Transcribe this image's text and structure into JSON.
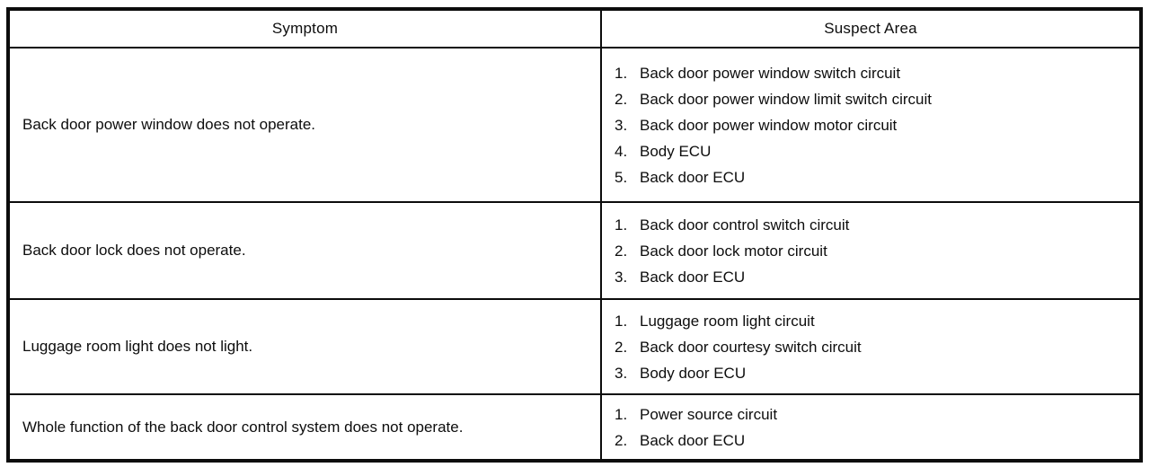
{
  "table": {
    "columns": [
      "Symptom",
      "Suspect Area"
    ],
    "rows": [
      {
        "symptom": "Back door power window does not operate.",
        "suspects": [
          {
            "num": "1.",
            "text": "Back door power window switch circuit"
          },
          {
            "num": "2.",
            "text": "Back door power window limit switch circuit"
          },
          {
            "num": "3.",
            "text": "Back door power window motor circuit"
          },
          {
            "num": "4.",
            "text": "Body ECU"
          },
          {
            "num": "5.",
            "text": "Back door ECU"
          }
        ]
      },
      {
        "symptom": "Back door lock does not operate.",
        "suspects": [
          {
            "num": "1.",
            "text": "Back door control switch circuit"
          },
          {
            "num": "2.",
            "text": "Back door lock motor circuit"
          },
          {
            "num": "3.",
            "text": "Back door ECU"
          }
        ]
      },
      {
        "symptom": "Luggage room light does not light.",
        "suspects": [
          {
            "num": "1.",
            "text": "Luggage room light circuit"
          },
          {
            "num": "2.",
            "text": "Back door courtesy switch circuit"
          },
          {
            "num": "3.",
            "text": "Body door ECU"
          }
        ]
      },
      {
        "symptom": "Whole function of the back door control system does not operate.",
        "suspects": [
          {
            "num": "1.",
            "text": "Power source circuit"
          },
          {
            "num": "2.",
            "text": "Back door ECU"
          }
        ]
      }
    ],
    "colors": {
      "border": "#0c0c0c",
      "text": "#0d0d0d",
      "background": "#ffffff"
    }
  }
}
